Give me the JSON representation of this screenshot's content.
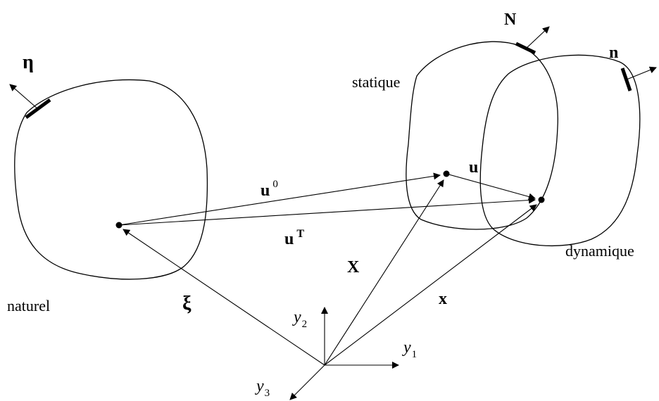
{
  "labels": {
    "naturel": "naturel",
    "statique": "statique",
    "dynamique": "dynamique",
    "eta": "η",
    "N": "N",
    "n": "n",
    "u0_base": "u",
    "u0_sup": "0",
    "u": "u",
    "uT_base": "u",
    "uT_sup": "T",
    "X": "X",
    "x": "x",
    "xi": "ξ",
    "y1_base": "y",
    "y1_sub": "1",
    "y2_base": "y",
    "y2_sub": "2",
    "y3_base": "y",
    "y3_sub": "3"
  }
}
